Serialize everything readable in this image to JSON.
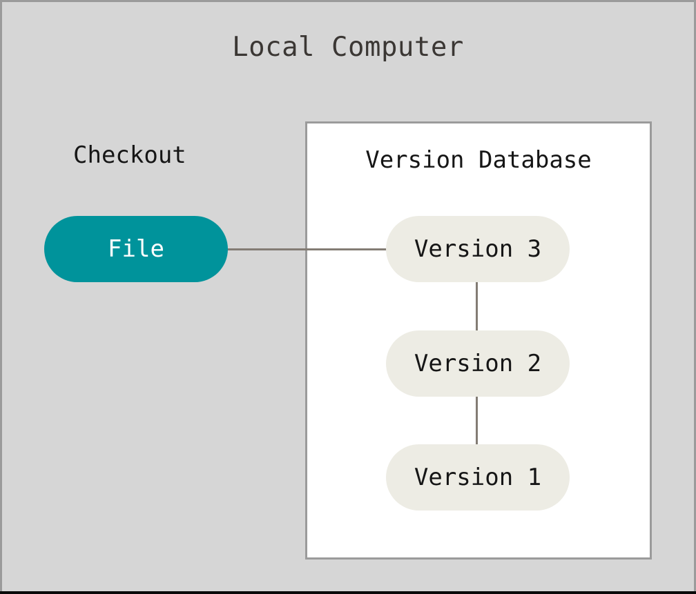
{
  "canvas": {
    "title": "Local Computer",
    "background_color": "#d6d6d6",
    "border_color": "#9b9b9b"
  },
  "checkout": {
    "label": "Checkout"
  },
  "version_database": {
    "title": "Version Database",
    "background_color": "#ffffff",
    "border_color": "#9b9b9b"
  },
  "nodes": {
    "file": {
      "label": "File",
      "fill_color": "#00939b",
      "text_color": "#ffffff"
    },
    "version_3": {
      "label": "Version 3",
      "fill_color": "#edece4",
      "text_color": "#161616"
    },
    "version_2": {
      "label": "Version 2",
      "fill_color": "#edece4",
      "text_color": "#161616"
    },
    "version_1": {
      "label": "Version 1",
      "fill_color": "#edece4",
      "text_color": "#161616"
    }
  },
  "edges": {
    "line_color": "#837c74",
    "file_to_version_3": "File - Version 3",
    "version_3_to_version_2": "Version 3 - Version 2",
    "version_2_to_version_1": "Version 2 - Version 1"
  }
}
